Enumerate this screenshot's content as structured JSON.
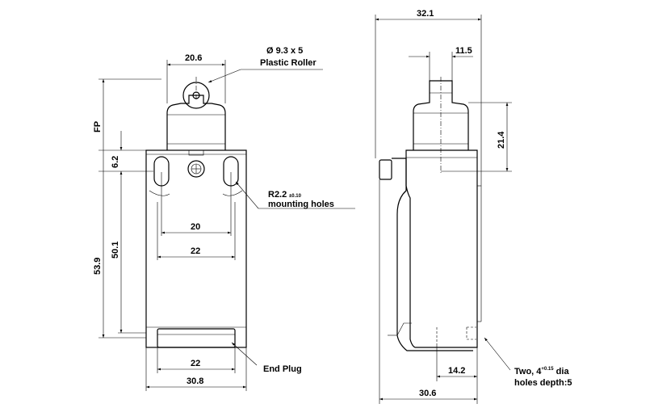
{
  "front": {
    "width_top": "20.6",
    "roller_dia": "Ø  9.3  x 5",
    "roller_label": "Plastic Roller",
    "fp_label": "FP",
    "dim_62": "6.2",
    "hole_radius": "R2.2",
    "hole_tol": "±0.10",
    "hole_label": "mounting holes",
    "hole_spacing": "20",
    "width_22": "22",
    "height_501": "50.1",
    "height_539": "53.9",
    "plug_width": "22",
    "base_width": "30.8",
    "end_plug_label": "End Plug"
  },
  "side": {
    "total_width": "32.1",
    "head_width": "11.5",
    "head_height": "21.4",
    "hole_offset": "14.2",
    "base_width": "30.6",
    "holes_label_1": "Two, 4",
    "holes_tol": "+0.15",
    "holes_label_1b": " dia",
    "holes_label_2": "holes depth:5"
  }
}
